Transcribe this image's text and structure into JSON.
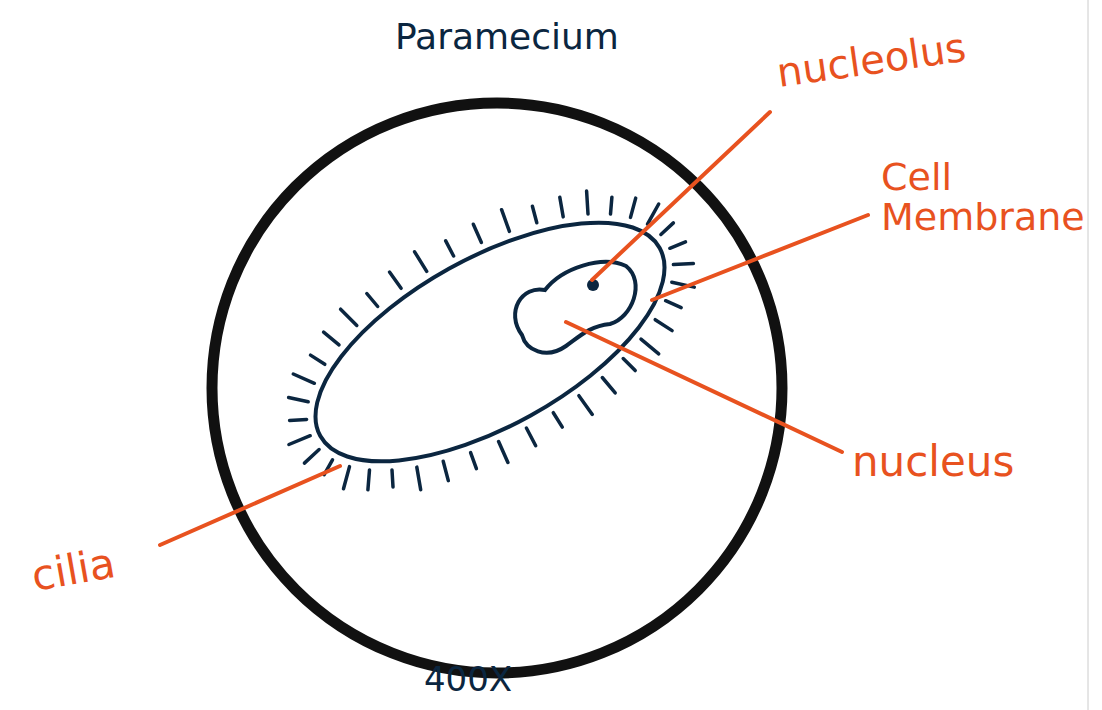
{
  "diagram": {
    "title": "Paramecium",
    "caption": "400X",
    "labels": [
      "nucleolus",
      "Cell Membrane",
      "nucleus",
      "cilia"
    ]
  }
}
